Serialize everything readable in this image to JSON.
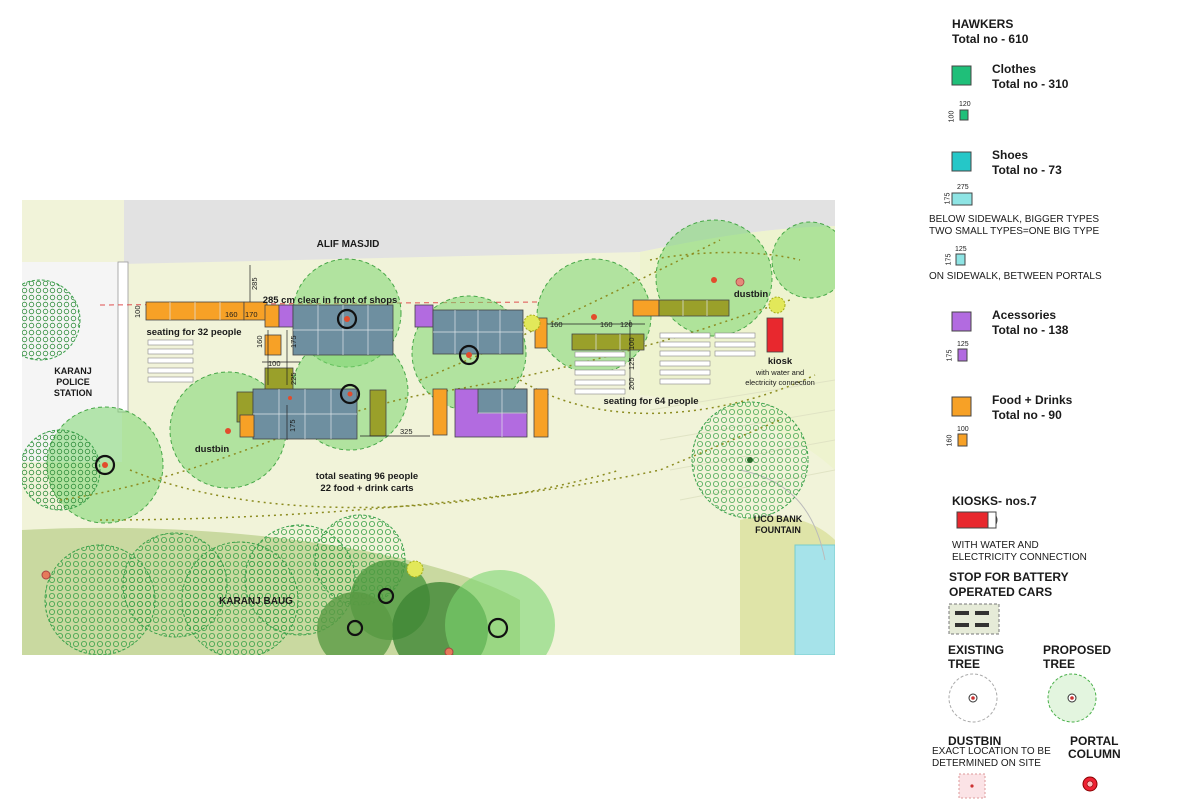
{
  "plan": {
    "labels": {
      "masjid": "ALIF MASJID",
      "police_1": "KARANJ",
      "police_2": "POLICE",
      "police_3": "STATION",
      "baug": "KARANJ BAUG",
      "fountain_1": "UCO BANK",
      "fountain_2": "FOUNTAIN",
      "clear_shops": "285 cm clear in front of shops",
      "seating32": "seating for 32 people",
      "seating64": "seating for 64 people",
      "total_seating_1": "total seating 96 people",
      "total_seating_2": "22 food + drink carts",
      "dustbin_left": "dustbin",
      "dustbin_right": "dustbin",
      "kiosk": "kiosk",
      "kiosk_note_1": "with water and",
      "kiosk_note_2": "electricity connection"
    },
    "dims": {
      "d285": "285",
      "d100a": "100",
      "d170": "170",
      "d160a": "160",
      "d160b": "160",
      "d175a": "175",
      "d100b": "100",
      "d225": "225",
      "d175b": "175",
      "d325": "325",
      "d160c": "160",
      "d160d": "160",
      "d120": "120",
      "d100c": "100",
      "d125": "125",
      "d200": "200"
    },
    "colors": {
      "clothes": "#1fbf79",
      "shoes": "#25c7c8",
      "accessories": "#b26be0",
      "food": "#f7a126",
      "kiosk": "#e8282e",
      "stall_grey": "#6e8fa0",
      "tree_green": "#74d66e",
      "ground": "#f3f4dc"
    }
  },
  "legend": {
    "hawkers_title": "HAWKERS",
    "hawkers_total": "Total no - 610",
    "clothes_title": "Clothes",
    "clothes_total": "Total no - 310",
    "clothes_dim_w": "120",
    "clothes_dim_h": "100",
    "shoes_title": "Shoes",
    "shoes_total": "Total no - 73",
    "shoes_dim_w": "275",
    "shoes_dim_h": "175",
    "shoes_note_1": "BELOW SIDEWALK, BIGGER TYPES",
    "shoes_note_2": "TWO SMALL TYPES=ONE BIG TYPE",
    "shoes_small_w": "125",
    "shoes_small_h": "175",
    "shoes_note_3": "ON SIDEWALK, BETWEEN PORTALS",
    "acc_title": "Acessories",
    "acc_total": "Total no - 138",
    "acc_dim_w": "125",
    "acc_dim_h": "175",
    "food_title": "Food + Drinks",
    "food_total": "Total no - 90",
    "food_dim_w": "100",
    "food_dim_h": "160",
    "kiosks_title": "KIOSKS- nos.7",
    "kiosks_note_1": "WITH WATER AND",
    "kiosks_note_2": "ELECTRICITY CONNECTION",
    "stop_1": "STOP FOR BATTERY",
    "stop_2": "OPERATED CARS",
    "existing_1": "EXISTING",
    "existing_2": "TREE",
    "proposed_1": "PROPOSED",
    "proposed_2": "TREE",
    "dustbin_title": "DUSTBIN",
    "dustbin_note_1": "EXACT LOCATION TO BE",
    "dustbin_note_2": "DETERMINED ON SITE",
    "portal_1": "PORTAL",
    "portal_2": "COLUMN"
  }
}
